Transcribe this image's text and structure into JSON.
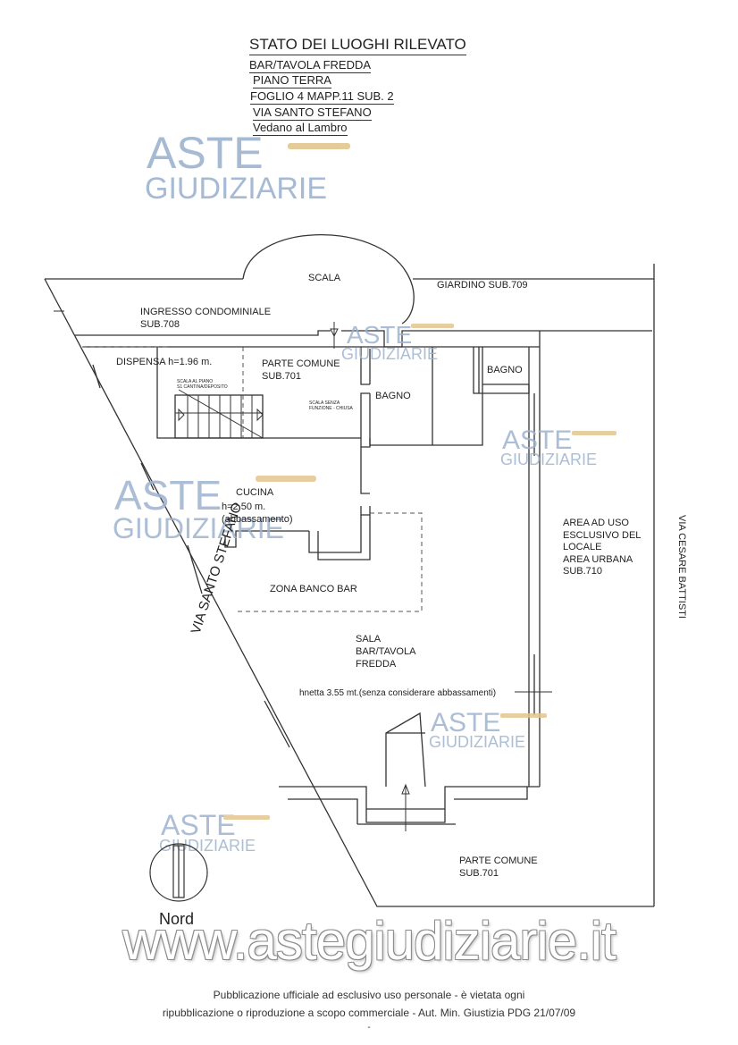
{
  "header": {
    "title": "STATO DEI LUOGHI RILEVATO",
    "line1": "BAR/TAVOLA FREDDA",
    "line2": "PIANO TERRA",
    "line3": "FOGLIO 4  MAPP.11 SUB. 2",
    "line4": "VIA SANTO STEFANO",
    "line5": "Vedano al Lambro"
  },
  "rooms": {
    "scala": "SCALA",
    "giardino": "GIARDINO SUB.709",
    "ingresso_1": "INGRESSO CONDOMINIALE",
    "ingresso_2": "SUB.708",
    "dispensa": "DISPENSA h=1.96 m.",
    "parte_comune_1": "PARTE COMUNE",
    "parte_comune_2": "SUB.701",
    "scala_piano_1": "SCALA AL PIANO",
    "scala_piano_2": "S1 CANTINA/DEPOSITO",
    "scala_senza_1": "SCALA SENZA",
    "scala_senza_2": "FUNZIONE - CHIUSA",
    "bagno_1": "BAGNO",
    "bagno_2": "BAGNO",
    "cucina": "CUCINA",
    "cucina_h1": "h=2.50 m.",
    "cucina_h2": "(abbassamento)",
    "zona_banco": "ZONA BANCO BAR",
    "area_1": "AREA AD USO",
    "area_2": "ESCLUSIVO DEL",
    "area_3": "LOCALE",
    "area_4": "AREA URBANA",
    "area_5": "SUB.710",
    "sala_1": "SALA",
    "sala_2": "BAR/TAVOLA",
    "sala_3": "FREDDA",
    "hnetta": "hnetta 3.55 mt.(senza considerare abbassamenti)",
    "parte_comune_b1": "PARTE COMUNE",
    "parte_comune_b2": "SUB.701"
  },
  "streets": {
    "santo_stefano": "VIA SANTO STEFANO",
    "cesare_battisti": "VIA CESARE BATTISTI"
  },
  "compass": {
    "label": "Nord"
  },
  "watermark": {
    "line1": "ASTE",
    "line2": "GIUDIZIARIE",
    "site": "www.astegiudiziarie.it"
  },
  "footer": {
    "line1": "Pubblicazione ufficiale ad esclusivo uso personale - è vietata ogni",
    "line2": "ripubblicazione o riproduzione a scopo commerciale - Aut. Min. Giustizia PDG 21/07/09",
    "mark": "-"
  },
  "colors": {
    "watermark_blue": "#9eb3cf",
    "watermark_gold": "#e3c590",
    "ink": "#222222"
  }
}
